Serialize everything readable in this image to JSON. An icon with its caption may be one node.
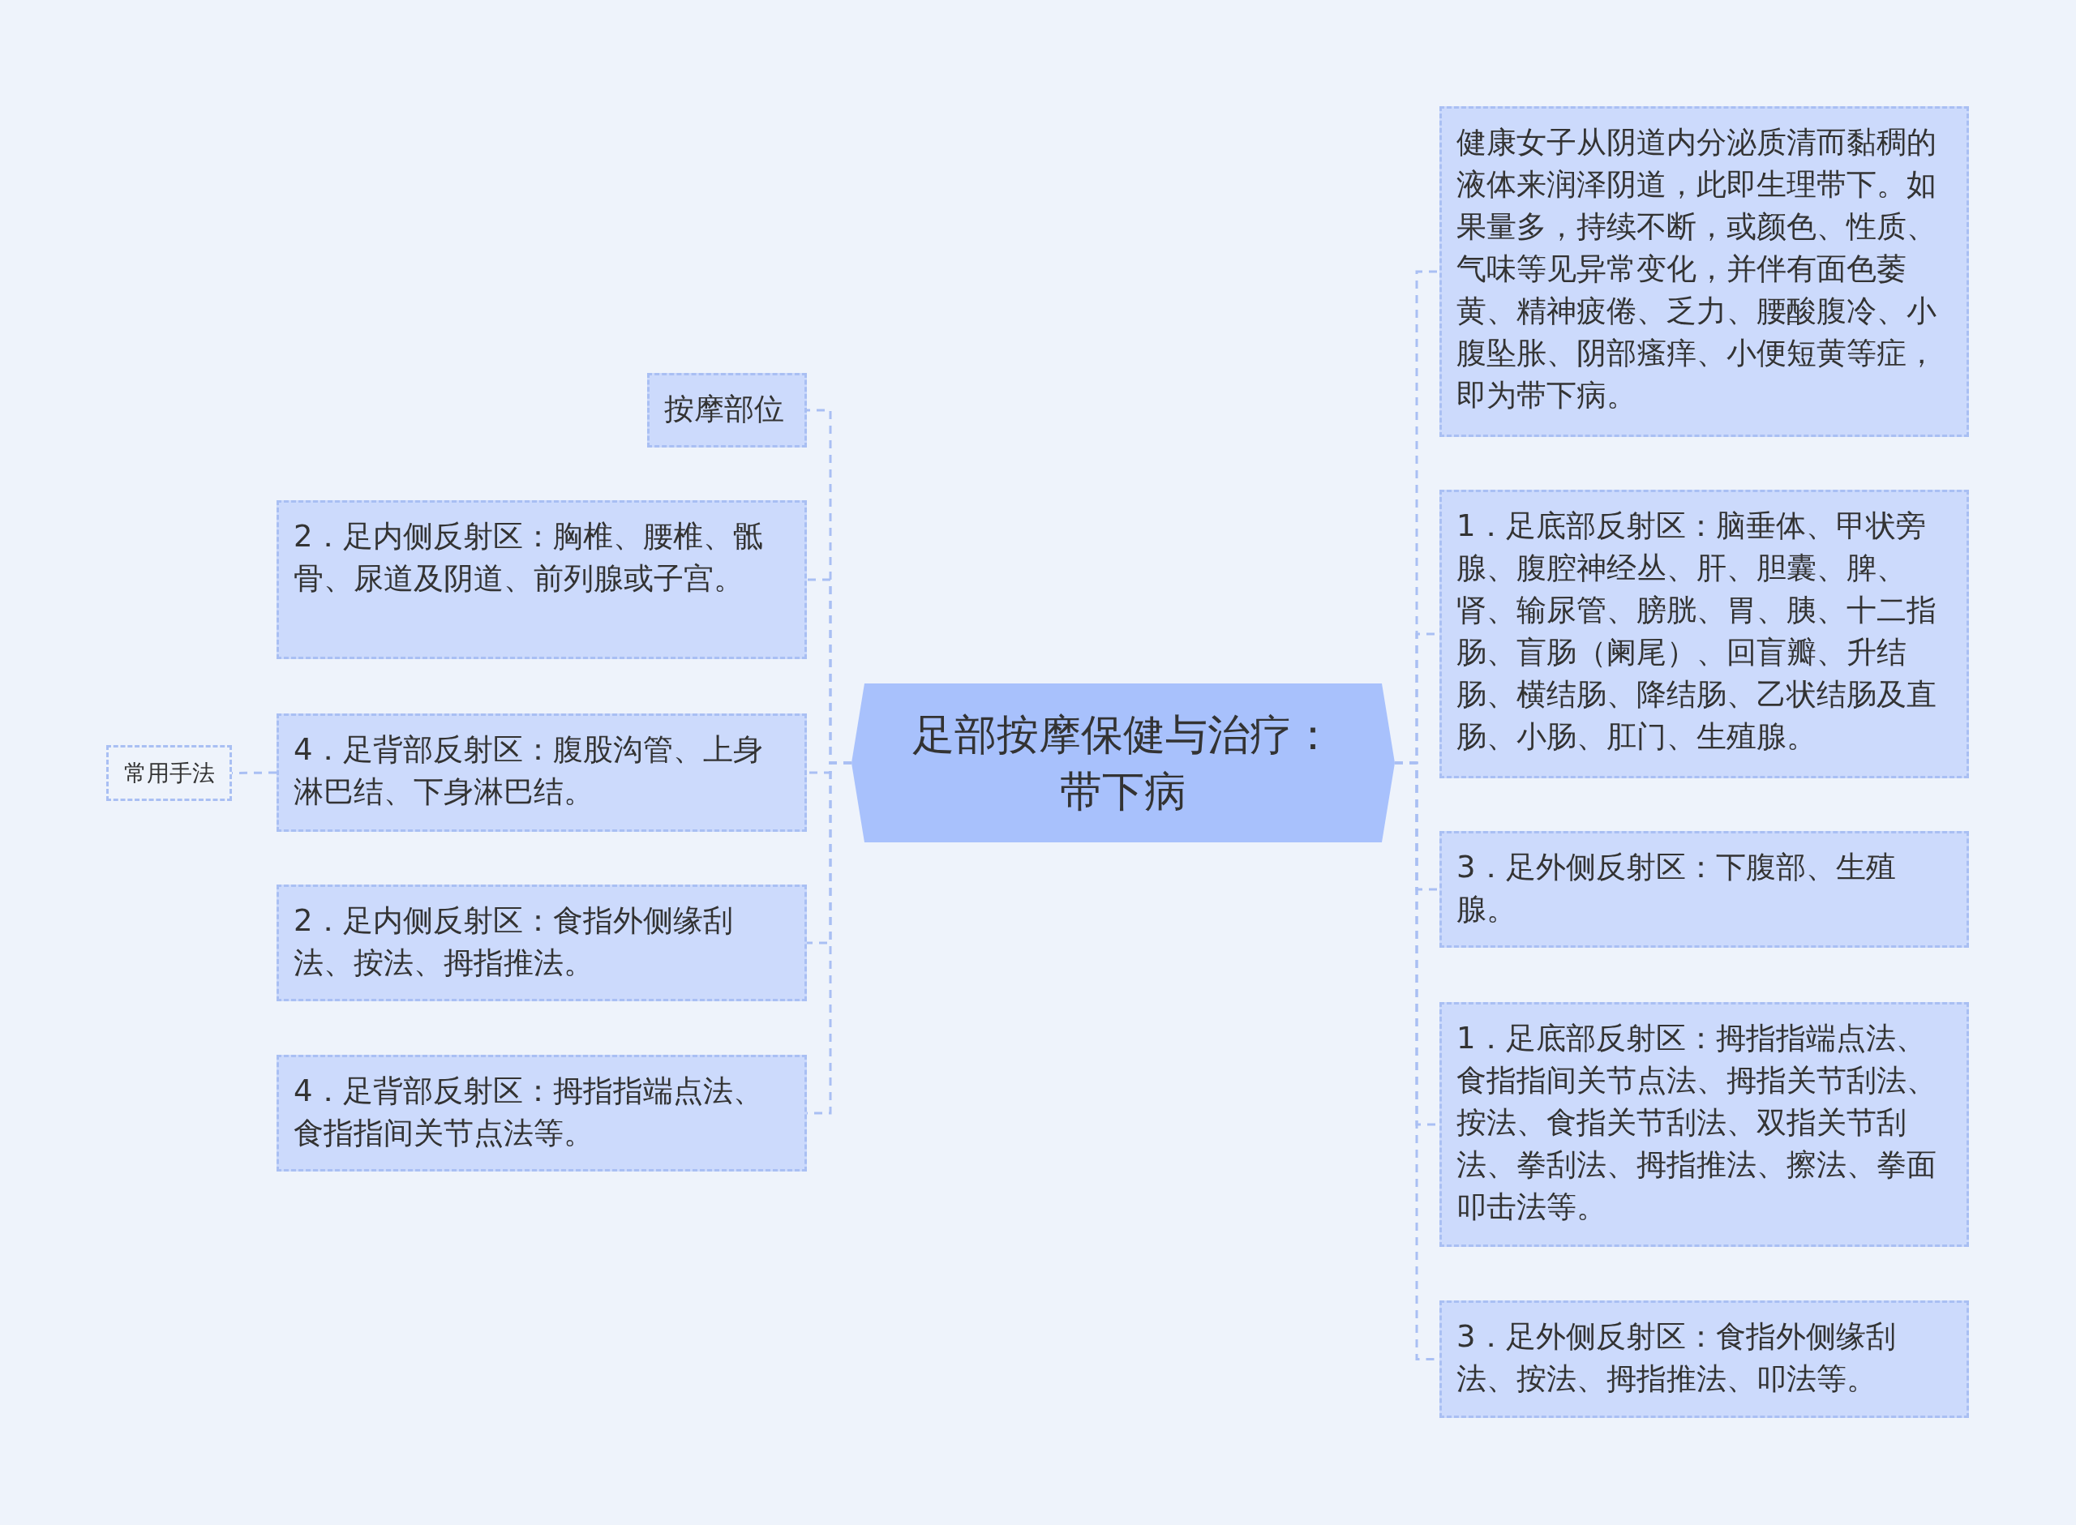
{
  "diagram": {
    "nodes": [
      {
        "text": [
          "足部按摩保健与治疗：带下病"
        ]
      },
      {
        "text": [
          "按摩部位"
        ]
      },
      {
        "text": [
          "2．足内侧反射区：胸椎、腰椎、骶骨、尿道及阴道、前列腺或子宫。"
        ]
      },
      {
        "text": [
          "常用手法"
        ]
      },
      {
        "text": [
          "4．足背部反射区：腹股沟管、上身淋巴结、下身淋巴结。"
        ]
      },
      {
        "text": [
          "2．足内侧反射区：食指外侧缘刮法、按法、拇指推法。"
        ]
      },
      {
        "text": [
          "4．足背部反射区：拇指指端点法、食指指间关节点法等。"
        ]
      },
      {
        "text": [
          "健康女子从阴道内分泌质清而黏稠的液体来润泽阴道，此即生理带下。如果量多，持续不断，或颜色、性质、气味等见异常变化，并伴有面色萎黄、精神疲倦、乏力、腰酸腹冷、小腹坠胀、阴部瘙痒、小便短黄等症，即为带下病。"
        ]
      },
      {
        "text": [
          "1．足底部反射区：脑垂体、甲状旁腺、腹腔神经丛、肝、胆囊、脾、肾、输尿管、膀胱、胃、胰、十二指肠、盲肠（阑尾）、回盲瓣、升结肠、横结肠、降结肠、乙状结肠及直肠、小肠、肛门、生殖腺。"
        ]
      },
      {
        "text": [
          "3．足外侧反射区：下腹部、生殖腺。"
        ]
      },
      {
        "text": [
          "1．足底部反射区：拇指指端点法、食指指间关节点法、拇指关节刮法、按法、食指关节刮法、双指关节刮法、拳刮法、拇指推法、擦法、拳面叩击法等。"
        ]
      },
      {
        "text": [
          "3．足外侧反射区：食指外侧缘刮法、按法、拇指推法、叩法等。"
        ]
      }
    ],
    "edges": [
      {
        "from": 0,
        "to": 1,
        "arrow": "none"
      },
      {
        "from": 0,
        "to": 2,
        "arrow": "none"
      },
      {
        "from": 0,
        "to": 4,
        "arrow": "none"
      },
      {
        "from": 4,
        "to": 3,
        "arrow": "none"
      },
      {
        "from": 0,
        "to": 5,
        "arrow": "none"
      },
      {
        "from": 0,
        "to": 6,
        "arrow": "none"
      },
      {
        "from": 0,
        "to": 7,
        "arrow": "none"
      },
      {
        "from": 0,
        "to": 8,
        "arrow": "none"
      },
      {
        "from": 0,
        "to": 9,
        "arrow": "none"
      },
      {
        "from": 0,
        "to": 10,
        "arrow": "none"
      },
      {
        "from": 0,
        "to": 11,
        "arrow": "none"
      }
    ]
  }
}
